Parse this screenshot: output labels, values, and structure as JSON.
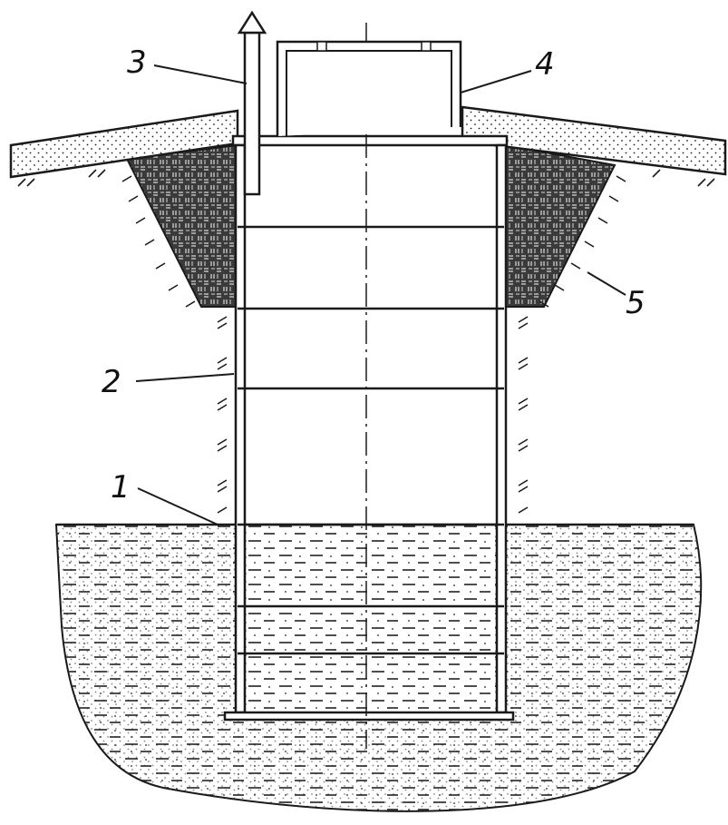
{
  "labels": {
    "ring_seam": "1",
    "shaft_wall": "2",
    "vent_pipe": "3",
    "hatch_cover": "4",
    "clay_lock": "5"
  },
  "colors": {
    "ink": "#1a1a1a",
    "paper": "#ffffff",
    "clay": "#3a3a3a"
  }
}
